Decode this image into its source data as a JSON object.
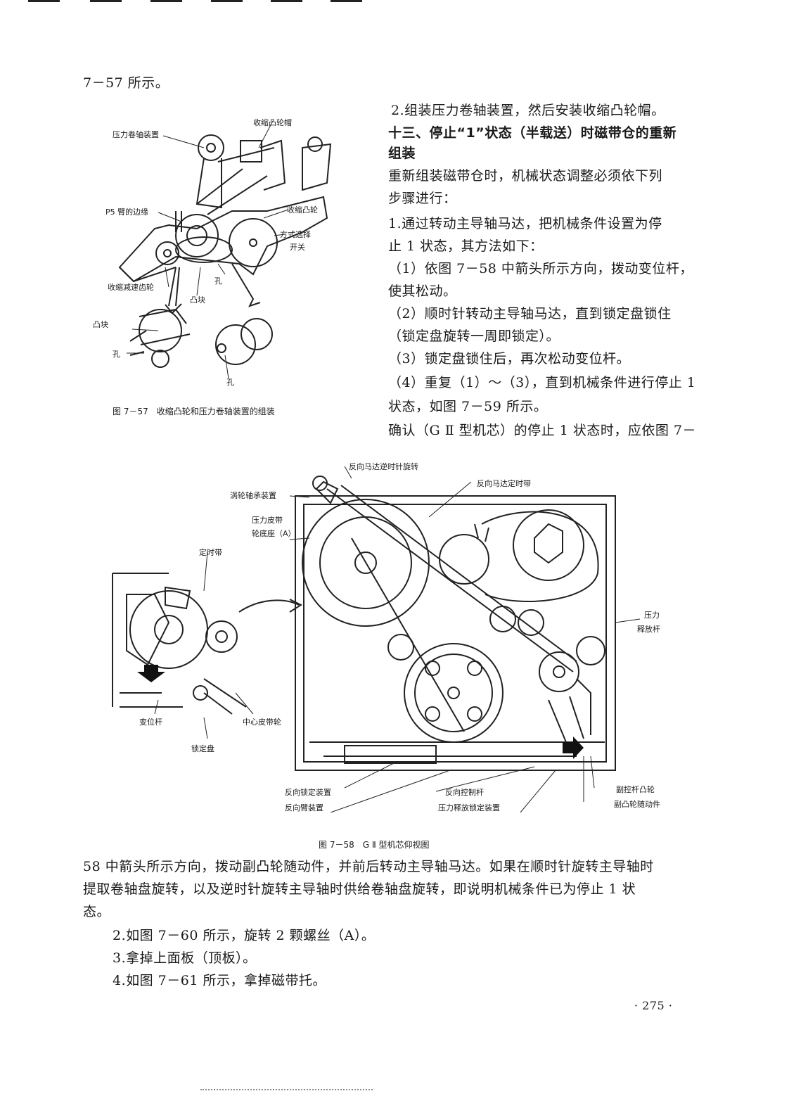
{
  "body": {
    "l0": "7－57 所示。",
    "r1": "2.组装压力卷轴装置，然后安装收缩凸轮帽。",
    "h1a": "十三、停止“1”状态（半载送）时磁带仓的重新",
    "h1b": "组装",
    "r2a": "重新组装磁带仓时，机械状态调整必须依下列",
    "r2b": "步骤进行：",
    "r3a": "1.通过转动主导轴马达，把机械条件设置为停",
    "r3b": "止 1 状态，其方法如下：",
    "r4a": "（1）依图 7－58 中箭头所示方向，拨动变位杆，",
    "r4b": "使其松动。",
    "r5a": "（2）顺时针转动主导轴马达，直到锁定盘锁住",
    "r5b": "（锁定盘旋转一周即锁定）。",
    "r6": "（3）锁定盘锁住后，再次松动变位杆。",
    "r7a": "（4）重复（1）～（3），直到机械条件进行停止 1",
    "r7b": "状态，如图 7－59 所示。",
    "r8": "确认（G Ⅱ 型机芯）的停止 1 状态时，应依图 7－",
    "f1": "58 中箭头所示方向，拨动副凸轮随动件，并前后转动主导轴马达。如果在顺时针旋转主导轴时",
    "f2": "提取卷轴盘旋转，以及逆时针旋转主导轴时供给卷轴盘旋转，即说明机械条件已为停止 1 状",
    "f3": "态。",
    "s2": "2.如图 7－60 所示，旋转 2 颗螺丝（A）。",
    "s3": "3.拿掉上面板（顶板）。",
    "s4": "4.如图 7－61 所示，拿掉磁带托。",
    "page": "· 275 ·"
  },
  "fig57": {
    "caption": "图 7－57　收缩凸轮和压力卷轴装置的组装",
    "labels": {
      "cam_cap": "收缩凸轮帽",
      "pinch": "压力卷轴装置",
      "p5": "P5 臂的边缘",
      "cam": "收缩凸轮",
      "mode1": "方式选择",
      "mode2": "开关",
      "gear": "收缩减速齿轮",
      "hole1": "孔",
      "block1": "凸块",
      "block2": "凸块",
      "hole2": "孔",
      "hole3": "孔"
    }
  },
  "fig58": {
    "caption": "图 7－58　G Ⅱ 型机芯仰视图",
    "labels": {
      "rev_motor": "反向马达逆时针旋转",
      "worm": "涡轮轴承装置",
      "rev_belt": "反向马达定时带",
      "press1": "压力皮带",
      "press2": "轮底座（A）",
      "timing": "定时带",
      "rel1": "压力",
      "rel2": "释放杆",
      "shift": "变位杆",
      "center": "中心皮带轮",
      "lockdisc": "锁定盘",
      "sub_cam": "副控杆凸轮",
      "rev_lock": "反向锁定装置",
      "rev_ctrl": "反向控制杆",
      "sub_follow": "副凸轮随动件",
      "rev_arm": "反向臂装置",
      "rel_lock": "压力释放锁定装置"
    }
  }
}
